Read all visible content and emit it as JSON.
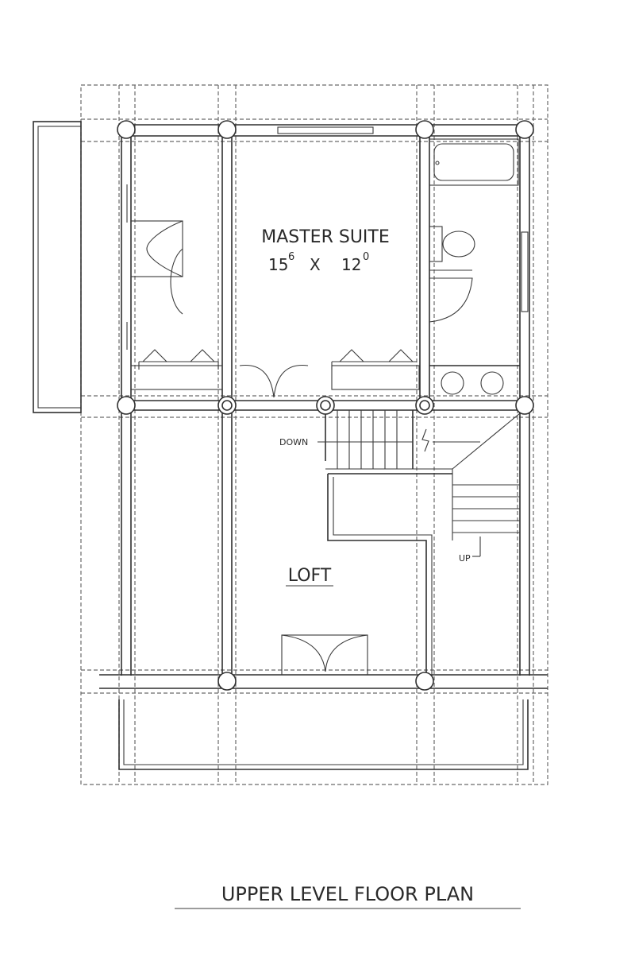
{
  "plan": {
    "title": "UPPER LEVEL FLOOR PLAN",
    "rooms": {
      "master_suite": {
        "name": "MASTER SUITE",
        "dim_w": "15",
        "dim_w_sup": "6",
        "dim_x": "X",
        "dim_d": "12",
        "dim_d_sup": "0"
      },
      "loft": {
        "name": "LOFT"
      }
    },
    "stairs": {
      "down_label": "DOWN",
      "up_label": "UP"
    }
  }
}
